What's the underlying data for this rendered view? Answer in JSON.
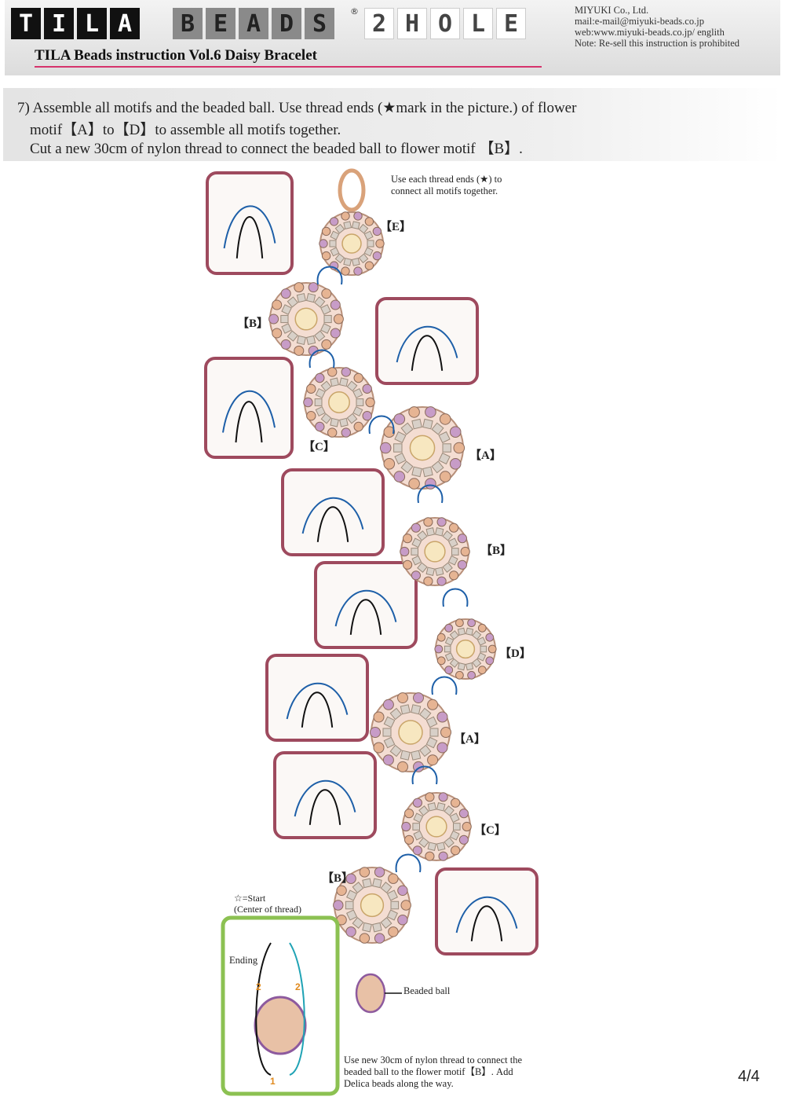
{
  "header": {
    "logo_tila": [
      "T",
      "I",
      "L",
      "A"
    ],
    "logo_beads": [
      "B",
      "E",
      "A",
      "D",
      "S"
    ],
    "registered": "®",
    "logo_2hole": [
      "2",
      "H",
      "O",
      "L",
      "E"
    ],
    "company": "MIYUKI Co., Ltd.",
    "mail": "mail:e-mail@miyuki-beads.co.jp",
    "web": "web:www.miyuki-beads.co.jp/ englith",
    "note": "Note: Re-sell this instruction is prohibited",
    "title": "TILA Beads instruction Vol.6 Daisy Bracelet",
    "accent_color": "#d6336c"
  },
  "step": {
    "line1": "7) Assemble all motifs and the beaded ball.  Use thread ends (★mark in the picture.) of flower",
    "line2": "motif【A】to【D】to assemble all motifs together.",
    "line3": "Cut a new 30cm of nylon thread to connect the beaded ball to flower motif 【B】."
  },
  "diagram": {
    "note_top": "Use each thread ends (★) to connect all motifs together.",
    "labels": {
      "e": "【E】",
      "b1": "【B】",
      "c1": "【C】",
      "a1": "【A】",
      "b2": "【B】",
      "d": "【D】",
      "a2": "【A】",
      "c2": "【C】",
      "b3": "【B】"
    },
    "start_note_1": "☆=Start",
    "start_note_2": "(Center of thread)",
    "ending": "Ending",
    "beaded_ball": "Beaded ball",
    "bottom_note": "Use new 30cm of nylon thread to connect the beaded ball to the flower motif【B】. Add Delica beads along the way.",
    "numbers": {
      "n1": "1",
      "n2a": "2",
      "n2b": "2"
    },
    "frame_color": "#9e4a5e",
    "inset_color": "#8cc152"
  },
  "page": "4/4"
}
